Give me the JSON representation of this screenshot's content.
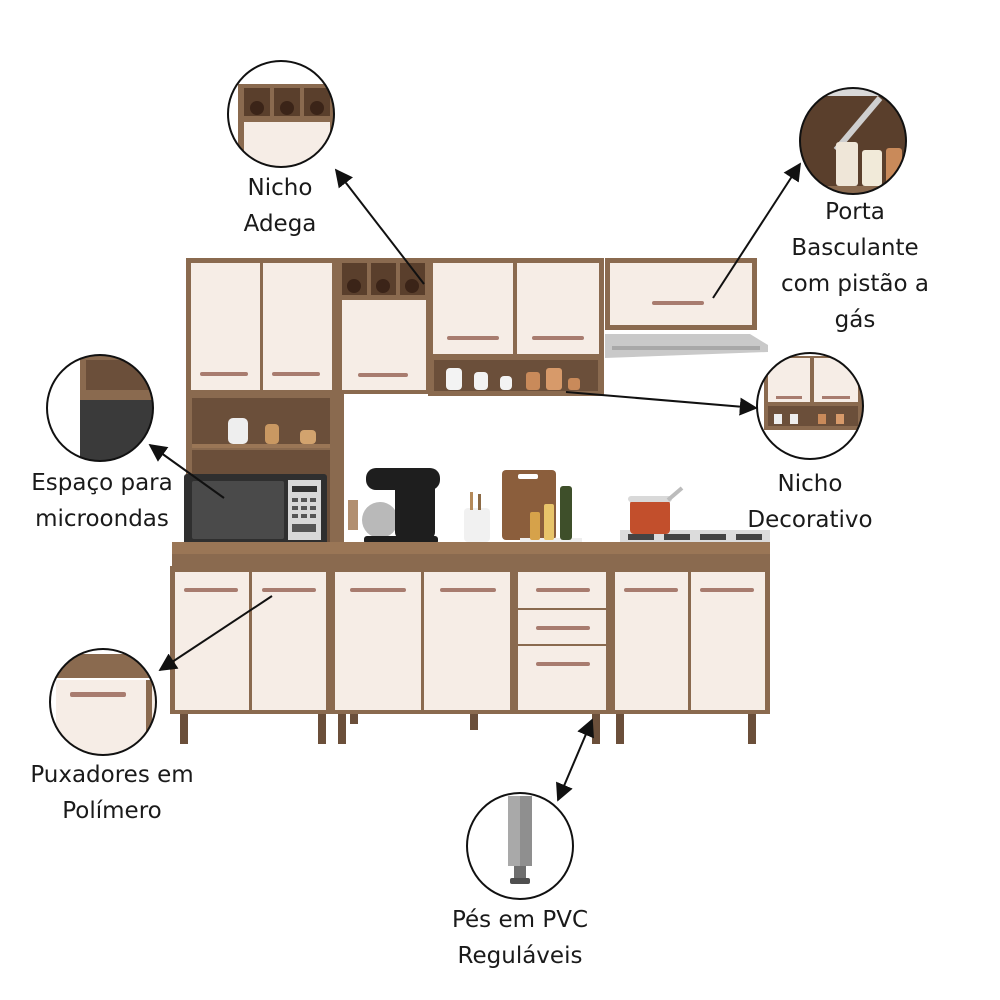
{
  "callouts": {
    "nicho_adega": [
      "Nicho",
      "Adega"
    ],
    "porta_basculante": [
      "Porta",
      "Basculante",
      "com pistão a",
      "gás"
    ],
    "espaco_microondas": [
      "Espaço para",
      "microondas"
    ],
    "nicho_decorativo": [
      "Nicho",
      "Decorativo"
    ],
    "puxadores": [
      "Puxadores em",
      "Polímero"
    ],
    "pes_pvc": [
      "Pés em PVC",
      "Reguláveis"
    ]
  },
  "colors": {
    "wood": "#8a6a4f",
    "wood_dark": "#6b4f3a",
    "door": "#f6ede6",
    "handle": "#a87c6f",
    "microwave": "#3a3a3a",
    "countertop": "#9a7656",
    "steel": "#c9c9c9",
    "arrow": "#111111"
  }
}
